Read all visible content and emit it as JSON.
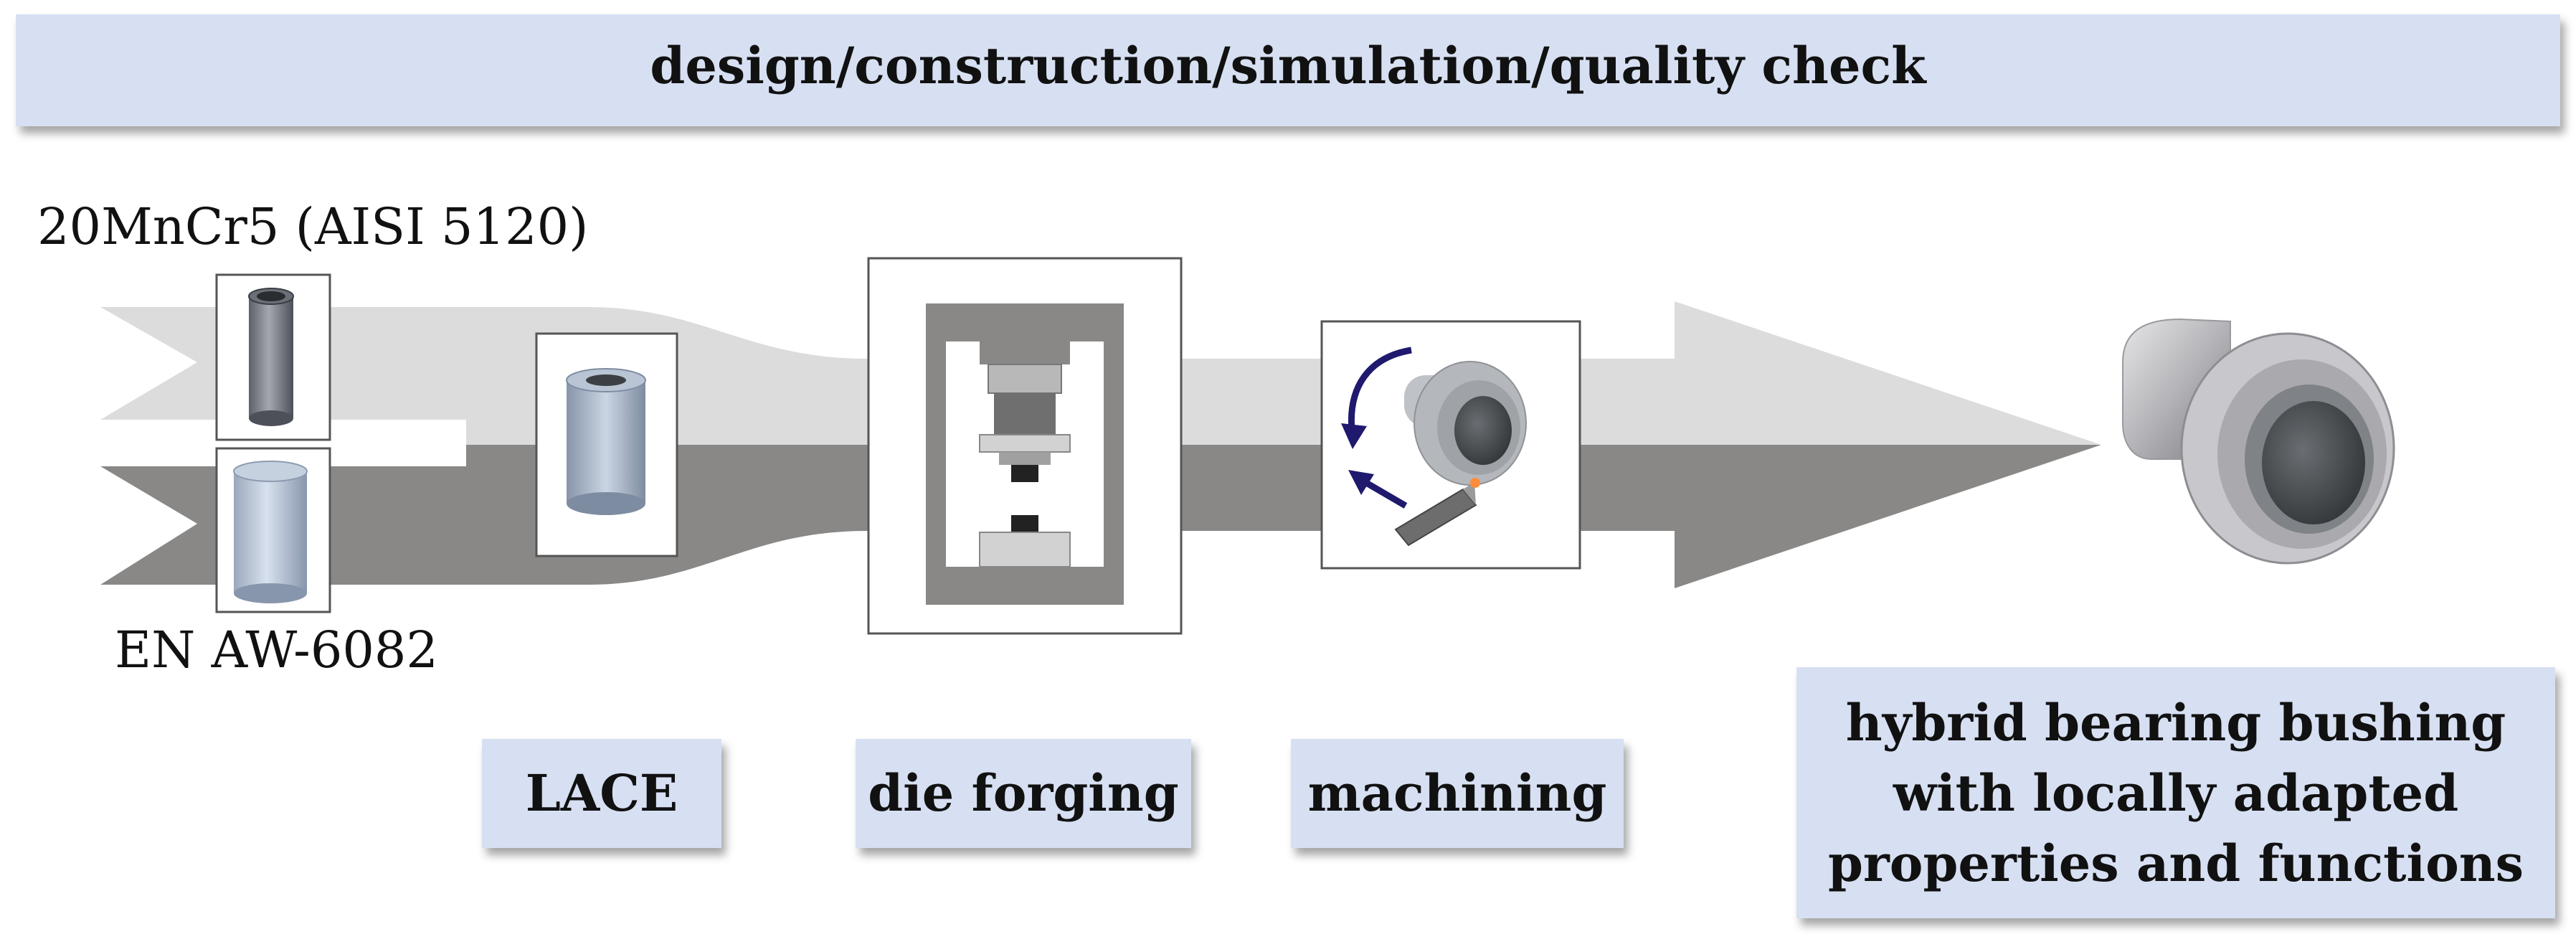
{
  "header": {
    "text": "design/construction/simulation/quality check"
  },
  "materials": {
    "steel": "20MnCr5 (AISI 5120)",
    "aluminum": "EN AW-6082"
  },
  "steps": [
    {
      "id": "lace",
      "label": "LACE"
    },
    {
      "id": "die-forging",
      "label": "die forging"
    },
    {
      "id": "machining",
      "label": "machining"
    }
  ],
  "result": {
    "lines": [
      "hybrid bearing bushing",
      "with locally adapted",
      "properties and functions"
    ]
  },
  "colors": {
    "banner": "#d7e0f2",
    "arrow_light": "#dcdcdc",
    "arrow_dark": "#8a8886",
    "press": "#8a8886",
    "motion_arrow": "#1f1a6e",
    "cut_spark": "#ff8c3a"
  }
}
